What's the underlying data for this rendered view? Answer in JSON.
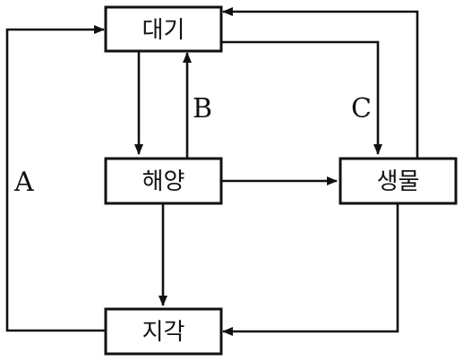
{
  "nodes": {
    "atmosphere": "대기",
    "ocean": "해양",
    "biosphere": "생물",
    "geosphere": "지각"
  },
  "edge_labels": {
    "a": "A",
    "b": "B",
    "c": "C"
  }
}
